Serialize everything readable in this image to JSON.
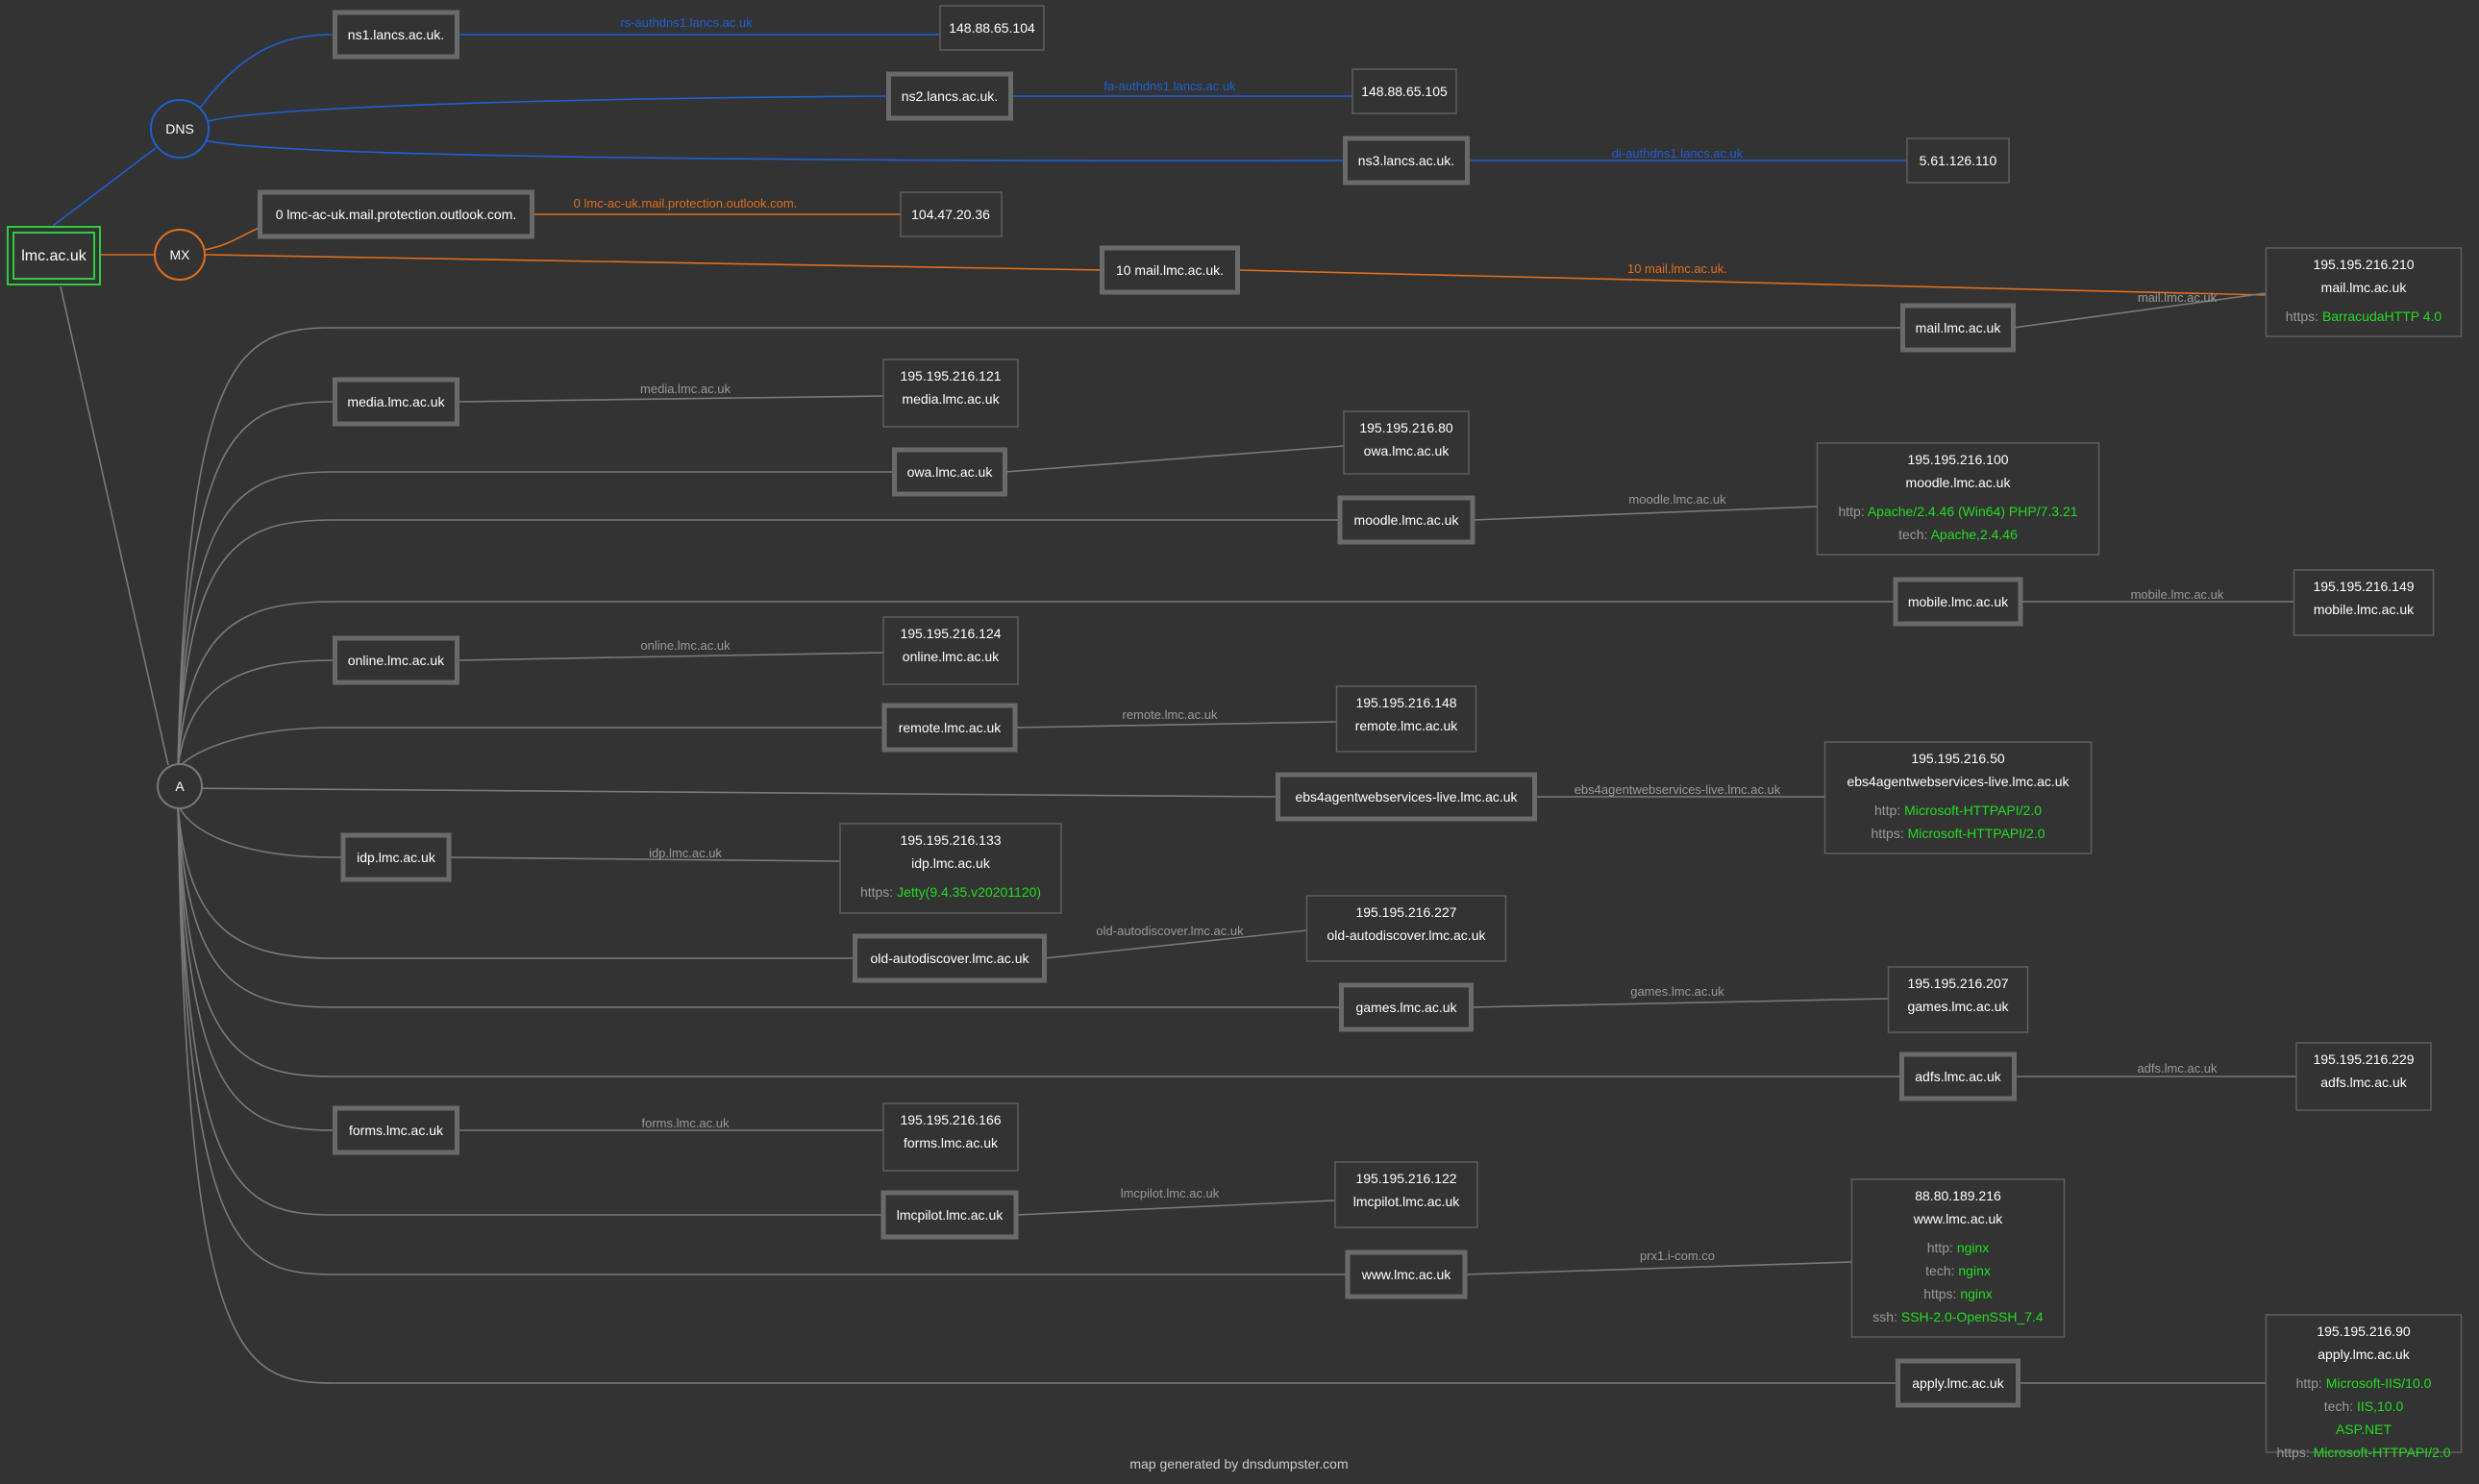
{
  "colors": {
    "background": "#333333",
    "dns": "#1e5fd4",
    "mx": "#e06f1d",
    "a_edge": "#7a7a7a",
    "node_border": "#6a6a6a",
    "text": "#ffffff",
    "muted": "#9a9a9a",
    "green": "#22dd22",
    "root_border": "#2ecc40"
  },
  "root": {
    "label": "lmc.ac.uk"
  },
  "groups": {
    "dns": "DNS",
    "mx": "MX",
    "a": "A"
  },
  "dns_records": [
    {
      "host": "ns1.lancs.ac.uk.",
      "edge_label": "rs-authdns1.lancs.ac.uk",
      "ip": "148.88.65.104"
    },
    {
      "host": "ns2.lancs.ac.uk.",
      "edge_label": "fa-authdns1.lancs.ac.uk",
      "ip": "148.88.65.105"
    },
    {
      "host": "ns3.lancs.ac.uk.",
      "edge_label": "di-authdns1.lancs.ac.uk",
      "ip": "5.61.126.110"
    }
  ],
  "mx_records": [
    {
      "host": "0 lmc-ac-uk.mail.protection.outlook.com.",
      "edge_label": "0 lmc-ac-uk.mail.protection.outlook.com.",
      "ip": "104.47.20.36"
    },
    {
      "host": "10 mail.lmc.ac.uk.",
      "edge_label": "10 mail.lmc.ac.uk."
    }
  ],
  "a_records": [
    {
      "host": "mail.lmc.ac.uk",
      "edge_label": "mail.lmc.ac.uk",
      "ip": "195.195.216.210",
      "name": "mail.lmc.ac.uk",
      "details": [
        {
          "k": "https:",
          "v": "BarracudaHTTP 4.0"
        }
      ]
    },
    {
      "host": "media.lmc.ac.uk",
      "edge_label": "media.lmc.ac.uk",
      "ip": "195.195.216.121",
      "name": "media.lmc.ac.uk",
      "details": []
    },
    {
      "host": "owa.lmc.ac.uk",
      "edge_label": "",
      "ip": "195.195.216.80",
      "name": "owa.lmc.ac.uk",
      "details": []
    },
    {
      "host": "moodle.lmc.ac.uk",
      "edge_label": "moodle.lmc.ac.uk",
      "ip": "195.195.216.100",
      "name": "moodle.lmc.ac.uk",
      "details": [
        {
          "k": "http:",
          "v": "Apache/2.4.46 (Win64) PHP/7.3.21"
        },
        {
          "k": "tech:",
          "v": "Apache,2.4.46"
        }
      ]
    },
    {
      "host": "mobile.lmc.ac.uk",
      "edge_label": "mobile.lmc.ac.uk",
      "ip": "195.195.216.149",
      "name": "mobile.lmc.ac.uk",
      "details": []
    },
    {
      "host": "online.lmc.ac.uk",
      "edge_label": "online.lmc.ac.uk",
      "ip": "195.195.216.124",
      "name": "online.lmc.ac.uk",
      "details": []
    },
    {
      "host": "remote.lmc.ac.uk",
      "edge_label": "remote.lmc.ac.uk",
      "ip": "195.195.216.148",
      "name": "remote.lmc.ac.uk",
      "details": []
    },
    {
      "host": "ebs4agentwebservices-live.lmc.ac.uk",
      "edge_label": "ebs4agentwebservices-live.lmc.ac.uk",
      "ip": "195.195.216.50",
      "name": "ebs4agentwebservices-live.lmc.ac.uk",
      "details": [
        {
          "k": "http:",
          "v": "Microsoft-HTTPAPI/2.0"
        },
        {
          "k": "https:",
          "v": "Microsoft-HTTPAPI/2.0"
        }
      ]
    },
    {
      "host": "idp.lmc.ac.uk",
      "edge_label": "idp.lmc.ac.uk",
      "ip": "195.195.216.133",
      "name": "idp.lmc.ac.uk",
      "details": [
        {
          "k": "https:",
          "v": "Jetty(9.4.35.v20201120)"
        }
      ]
    },
    {
      "host": "old-autodiscover.lmc.ac.uk",
      "edge_label": "old-autodiscover.lmc.ac.uk",
      "ip": "195.195.216.227",
      "name": "old-autodiscover.lmc.ac.uk",
      "details": []
    },
    {
      "host": "games.lmc.ac.uk",
      "edge_label": "games.lmc.ac.uk",
      "ip": "195.195.216.207",
      "name": "games.lmc.ac.uk",
      "details": []
    },
    {
      "host": "adfs.lmc.ac.uk",
      "edge_label": "adfs.lmc.ac.uk",
      "ip": "195.195.216.229",
      "name": "adfs.lmc.ac.uk",
      "details": []
    },
    {
      "host": "forms.lmc.ac.uk",
      "edge_label": "forms.lmc.ac.uk",
      "ip": "195.195.216.166",
      "name": "forms.lmc.ac.uk",
      "details": []
    },
    {
      "host": "lmcpilot.lmc.ac.uk",
      "edge_label": "lmcpilot.lmc.ac.uk",
      "ip": "195.195.216.122",
      "name": "lmcpilot.lmc.ac.uk",
      "details": []
    },
    {
      "host": "www.lmc.ac.uk",
      "edge_label": "prx1.i-com.co",
      "ip": "88.80.189.216",
      "name": "www.lmc.ac.uk",
      "details": [
        {
          "k": "http:",
          "v": "nginx"
        },
        {
          "k": "tech:",
          "v": "nginx"
        },
        {
          "k": "https:",
          "v": "nginx"
        },
        {
          "k": "ssh:",
          "v": "SSH-2.0-OpenSSH_7.4"
        }
      ]
    },
    {
      "host": "apply.lmc.ac.uk",
      "edge_label": "",
      "ip": "195.195.216.90",
      "name": "apply.lmc.ac.uk",
      "details": [
        {
          "k": "http:",
          "v": "Microsoft-IIS/10.0"
        },
        {
          "k": "tech:",
          "v": "IIS,10.0"
        },
        {
          "k": "",
          "v": "ASP.NET"
        },
        {
          "k": "https:",
          "v": "Microsoft-HTTPAPI/2.0"
        }
      ]
    }
  ],
  "footer": "map generated by dnsdumpster.com"
}
